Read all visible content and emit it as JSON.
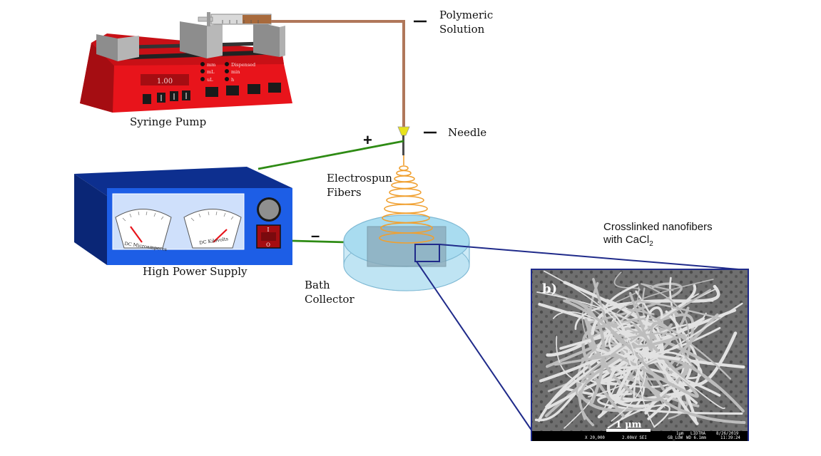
{
  "labels": {
    "polymeric_solution_line1": "Polymeric",
    "polymeric_solution_line2": "Solution",
    "needle": "Needle",
    "syringe_pump": "Syringe Pump",
    "electrospun_line1": "Electrospun",
    "electrospun_line2": "Fibers",
    "high_power_supply": "High Power Supply",
    "bath_line1": "Bath",
    "bath_line2": "Collector",
    "crosslinked_line1": "Crosslinked nanofibers",
    "crosslinked_line2_prefix": "with CaCl",
    "crosslinked_line2_sub": "2",
    "plus_sign": "+",
    "minus_sign": "–"
  },
  "pump": {
    "display_value": "1.00",
    "unit_left": [
      "mm",
      "mL",
      "uL"
    ],
    "unit_right": [
      "Dispensed",
      "min",
      "h"
    ]
  },
  "power_supply": {
    "meter_left": "DC Microamperes",
    "meter_right": "DC Kilovolts",
    "switch_on": "I",
    "switch_off": "O"
  },
  "sem": {
    "panel_label": "b)",
    "scale_bar": "1 μm",
    "footer_left": "X 20,000",
    "footer_kv": "2.00kV SEI",
    "footer_mode": "GB_LOW",
    "footer_wd": "WD 6.1mm",
    "footer_scale": "1μm",
    "footer_lab": "LIDTRA",
    "footer_date": "8/26/2019",
    "footer_time": "11:39:24"
  },
  "colors": {
    "pump_red": "#e8141b",
    "pump_dark_red": "#a50d12",
    "supply_blue": "#1d5ee6",
    "supply_dark_blue": "#0d2f8f",
    "wire_green": "#2e8b14",
    "tube_brown": "#b0775a",
    "fiber_orange": "#f0a030",
    "bath_blue": "#a9dcf0",
    "zoom_navy": "#1f2a8a"
  }
}
